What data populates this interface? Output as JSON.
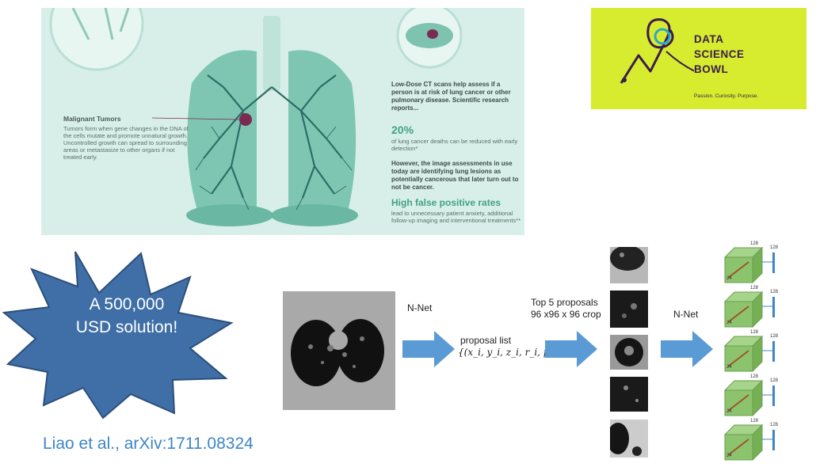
{
  "infographic": {
    "malignant_title": "Malignant Tumors",
    "malignant_body": "Tumors form when gene changes in the DNA of the cells mutate and promote unnatural growth. Uncontrolled growth can spread to surrounding areas or metastasize to other organs if not treated early.",
    "ct_heading": "Low-Dose CT scans help assess if a person is at risk of lung cancer or other pulmonary disease. Scientific research reports...",
    "stat_20": "20%",
    "stat_20_desc": "of lung cancer deaths can be reduced with early detection*",
    "however": "However, the image assessments in use today are identifying lung lesions as potentially cancerous that later turn out to not be cancer.",
    "hfp_title": "High false positive rates",
    "hfp_body": "lead to unnecessary patient anxiety, additional follow-up imaging and interventional treatments**"
  },
  "logo": {
    "line1": "DATA",
    "line2": "SCIENCE",
    "line3": "BOWL",
    "tagline": "Passion. Curiosity. Purpose."
  },
  "star": {
    "line1": "A 500,000",
    "line2": "USD solution!"
  },
  "citation": "Liao et al., arXiv:1711.08324",
  "pipeline": {
    "nnet_label_1": "N-Net",
    "proposal_list": "proposal list",
    "proposal_math": "{(x_i, y_i, z_i, r_i, p_i)}",
    "top5_line1": "Top 5 proposals",
    "top5_line2": "96 x96 x 96 crop",
    "nnet_label_2": "N-Net",
    "cube_dims": {
      "top": "128",
      "right": "128",
      "side": "24"
    }
  },
  "colors": {
    "arrow": "#5b9bd5",
    "star": "#3f6fa6",
    "cube": "#8cc46e",
    "infographic_bg": "#d8efe9",
    "logo_bg": "#d7ec2e"
  }
}
